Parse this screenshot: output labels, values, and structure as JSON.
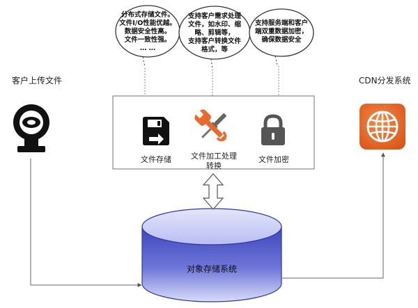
{
  "left_label": "客户上传文件",
  "right_label": "CDN分发系统",
  "bubbles": [
    {
      "lines": [
        "分布式存储文件。",
        "文件I/O性能优越。",
        "数据安全性高。",
        "文件一致性强。",
        "… …"
      ]
    },
    {
      "lines": [
        "支持客户需求处理",
        "文件，如水印、缩",
        "略、剪辑等，",
        "支持客户转换文件",
        "格式，等"
      ]
    },
    {
      "lines": [
        "支持服务端和客户",
        "端双重数据加密，",
        "确保数据安全"
      ]
    }
  ],
  "modules": {
    "storage": "文件存储",
    "processing_lines": [
      "文件加工处理",
      "转换"
    ],
    "encryption": "文件加密"
  },
  "database_label": "对象存储系统",
  "colors": {
    "cdn_orange": "#e8621f",
    "db_top": "#c9cdf6",
    "db_body": "#4b54c9",
    "tools_orange": "#ea6a2a",
    "tools_gray": "#666666"
  },
  "icons": {
    "camera": "webcam-icon",
    "globe": "globe-icon",
    "floppy": "floppy-disk-icon",
    "tools": "wrench-screwdriver-icon",
    "lock": "padlock-icon"
  }
}
